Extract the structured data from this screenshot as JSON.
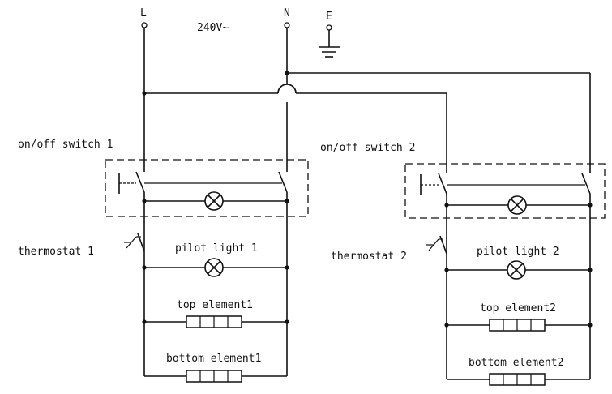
{
  "supply": {
    "live": "L",
    "neutral": "N",
    "earth": "E",
    "voltage": "240V~"
  },
  "circuit1": {
    "switch_label": "on/off switch  1",
    "thermostat_label": "thermostat 1",
    "pilot_label": "pilot light 1",
    "top_element_label": "top element1",
    "bottom_element_label": "bottom element1"
  },
  "circuit2": {
    "switch_label": "on/off switch  2",
    "thermostat_label": "thermostat 2",
    "pilot_label": "pilot light 2",
    "top_element_label": "top element2",
    "bottom_element_label": "bottom element2"
  }
}
